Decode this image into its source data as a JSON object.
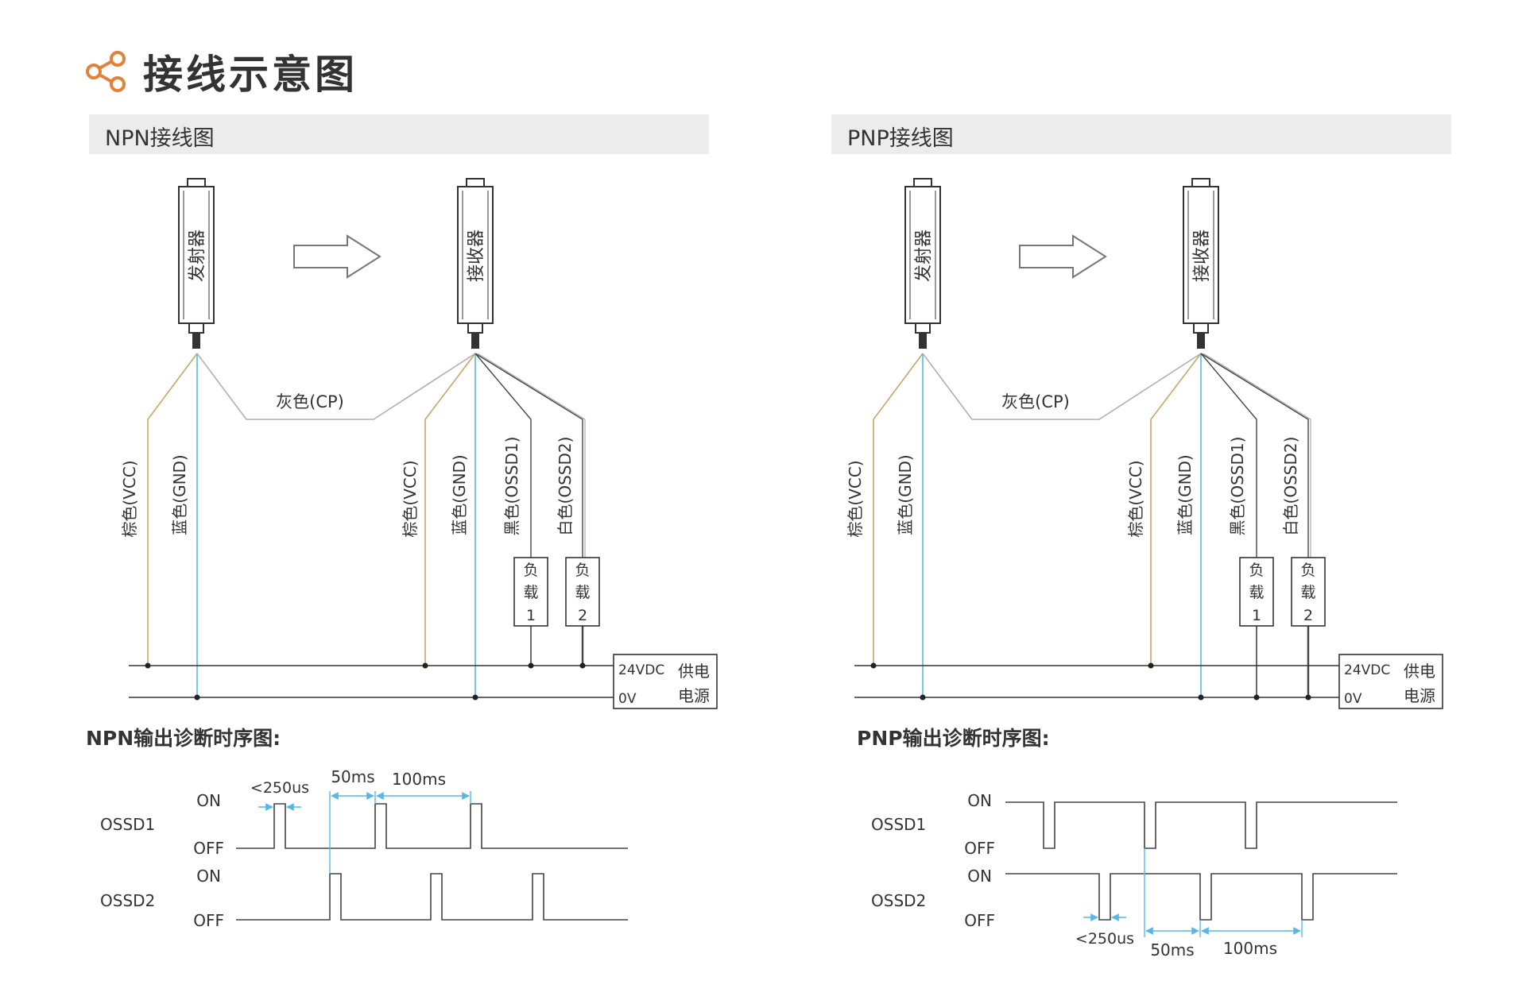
{
  "title": "接线示意图",
  "npn": {
    "section_title": "NPN接线图",
    "emitter_label": "发射器",
    "receiver_label": "接收器",
    "gray_wire": "灰色(CP)",
    "emitter_wires": [
      "棕色(VCC)",
      "蓝色(GND)"
    ],
    "receiver_wires": [
      "棕色(VCC)",
      "蓝色(GND)",
      "黑色(OSSD1)",
      "白色(OSSD2)"
    ],
    "load1": [
      "负",
      "载",
      "1"
    ],
    "load2": [
      "负",
      "载",
      "2"
    ],
    "psu": {
      "v24": "24VDC",
      "v0": "0V",
      "label1": "供电",
      "label2": "电源"
    },
    "timing_title": "NPN输出诊断时序图:",
    "timing": {
      "ossd1": "OSSD1",
      "ossd2": "OSSD2",
      "on": "ON",
      "off": "OFF",
      "pulse": "<250us",
      "gap1": "50ms",
      "gap2": "100ms"
    }
  },
  "pnp": {
    "section_title": "PNP接线图",
    "emitter_label": "发射器",
    "receiver_label": "接收器",
    "gray_wire": "灰色(CP)",
    "emitter_wires": [
      "棕色(VCC)",
      "蓝色(GND)"
    ],
    "receiver_wires": [
      "棕色(VCC)",
      "蓝色(GND)",
      "黑色(OSSD1)",
      "白色(OSSD2)"
    ],
    "load1": [
      "负",
      "载",
      "1"
    ],
    "load2": [
      "负",
      "载",
      "2"
    ],
    "psu": {
      "v24": "24VDC",
      "v0": "0V",
      "label1": "供电",
      "label2": "电源"
    },
    "timing_title": "PNP输出诊断时序图:",
    "timing": {
      "ossd1": "OSSD1",
      "ossd2": "OSSD2",
      "on": "ON",
      "off": "OFF",
      "pulse": "<250us",
      "gap1": "50ms",
      "gap2": "100ms"
    }
  },
  "colors": {
    "accent": "#e5803a",
    "brown_wire": "#c9a56a",
    "blue_wire": "#57b8e6",
    "gray_wire": "#b0b0b0",
    "line": "#333333",
    "section_bg": "#ececec"
  }
}
